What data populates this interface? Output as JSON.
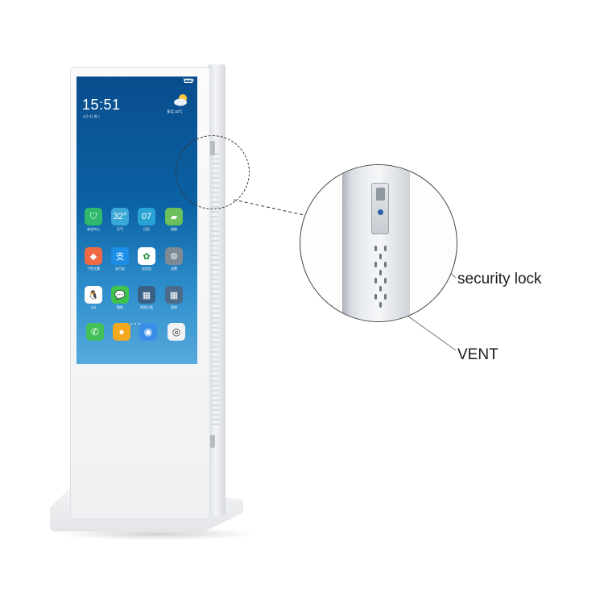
{
  "screen": {
    "status_text": "7.9K/s",
    "time": "15:51",
    "date": "8月7日 周三",
    "weather": "多云 32℃",
    "apps": [
      {
        "label": "安全中心",
        "color": "#2fb86e",
        "glyph": "⛉"
      },
      {
        "label": "天气",
        "color": "#39a7d8",
        "glyph": "32°"
      },
      {
        "label": "日历",
        "color": "#29a3d3",
        "glyph": "07"
      },
      {
        "label": "相册",
        "color": "#6cc05c",
        "glyph": "▰"
      },
      {
        "label": "个性主题",
        "color": "#ef6a42",
        "glyph": "◆"
      },
      {
        "label": "支付宝",
        "color": "#1d8ee7",
        "glyph": "支"
      },
      {
        "label": "应用宝",
        "color": "#ffffff",
        "glyph": "✿"
      },
      {
        "label": "设置",
        "color": "#7b8a96",
        "glyph": "⚙"
      },
      {
        "label": "QQ",
        "color": "#ffffff",
        "glyph": "🐧"
      },
      {
        "label": "微信",
        "color": "#3ec34c",
        "glyph": "💬"
      },
      {
        "label": "系统工具",
        "color": "#3a5f86",
        "glyph": "▦"
      },
      {
        "label": "游戏",
        "color": "#4c6b89",
        "glyph": "▦"
      }
    ],
    "dock": [
      {
        "name": "phone",
        "color": "#42c256",
        "glyph": "✆"
      },
      {
        "name": "messages",
        "color": "#f4a91e",
        "glyph": "●"
      },
      {
        "name": "browser",
        "color": "#3b8ee8",
        "glyph": "◉"
      },
      {
        "name": "camera",
        "color": "#f2f2f2",
        "glyph": "◎"
      }
    ]
  },
  "callouts": {
    "security_lock": "security lock",
    "vent": "VENT"
  }
}
